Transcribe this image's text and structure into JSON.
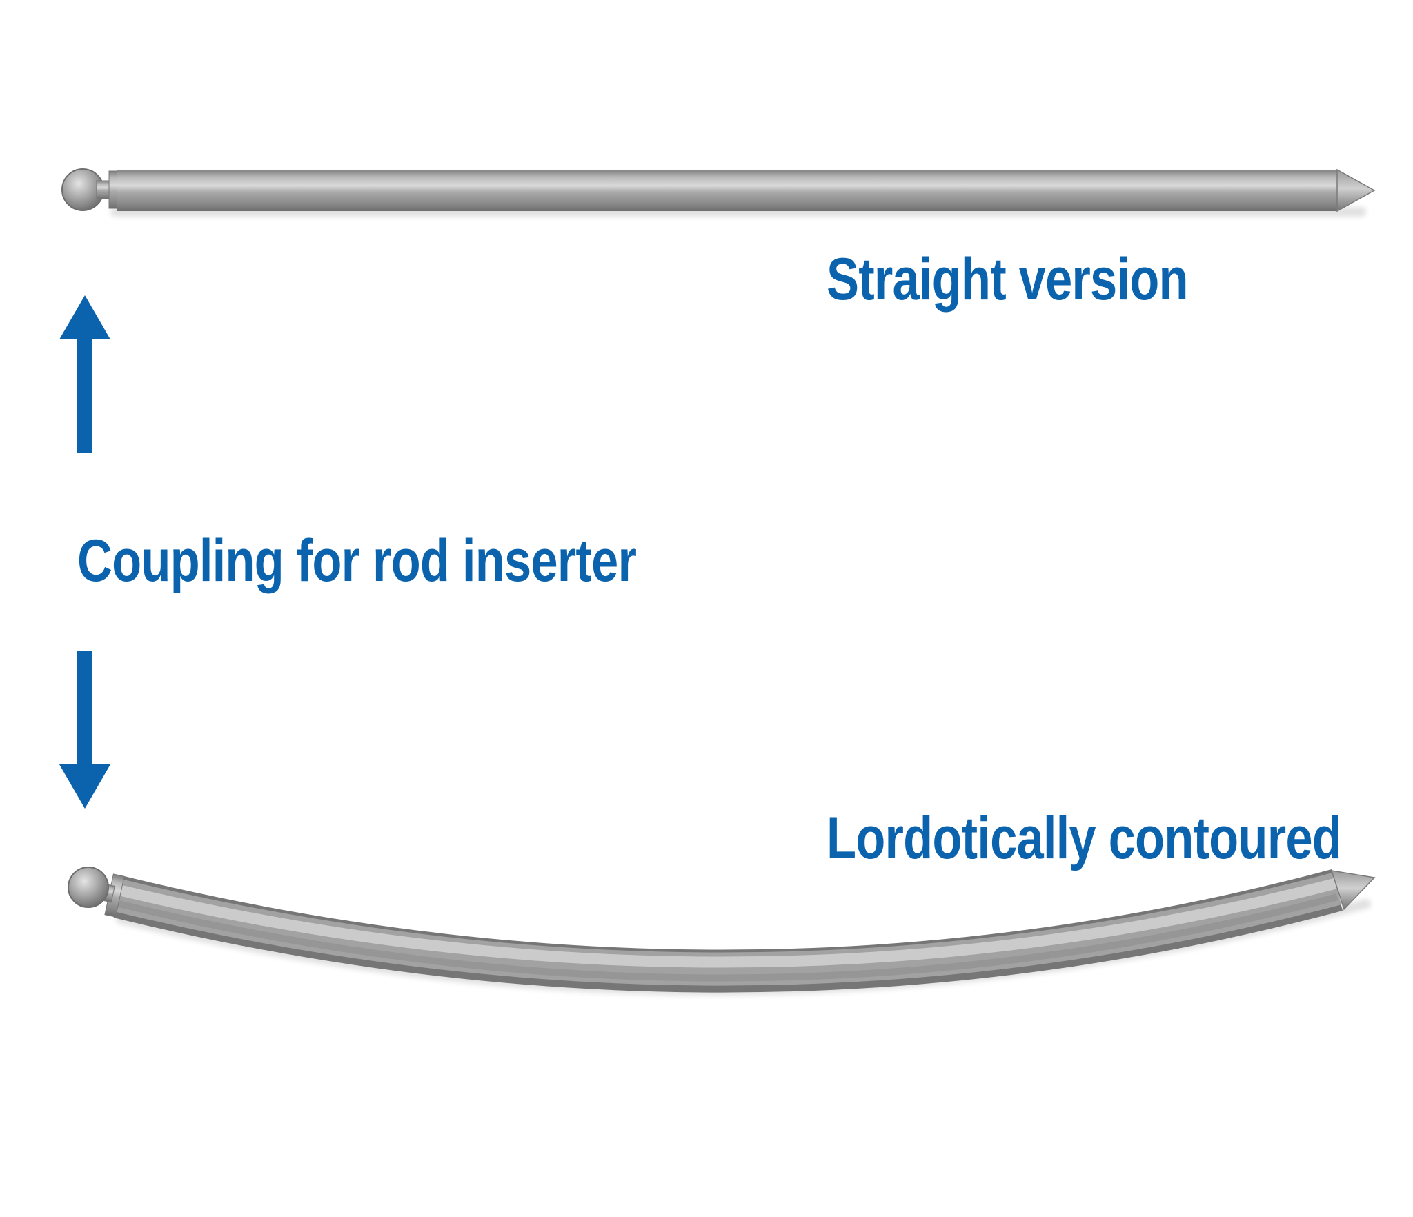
{
  "labels": {
    "straight": "Straight version",
    "coupling": "Coupling for rod inserter",
    "lordotic": "Lordotically contoured"
  },
  "icons": {
    "up_arrow": "arrow-up-icon",
    "down_arrow": "arrow-down-icon"
  },
  "colors": {
    "accent": "#0b63ae",
    "rod_metal": "#a6a6a6",
    "background": "#ffffff"
  }
}
